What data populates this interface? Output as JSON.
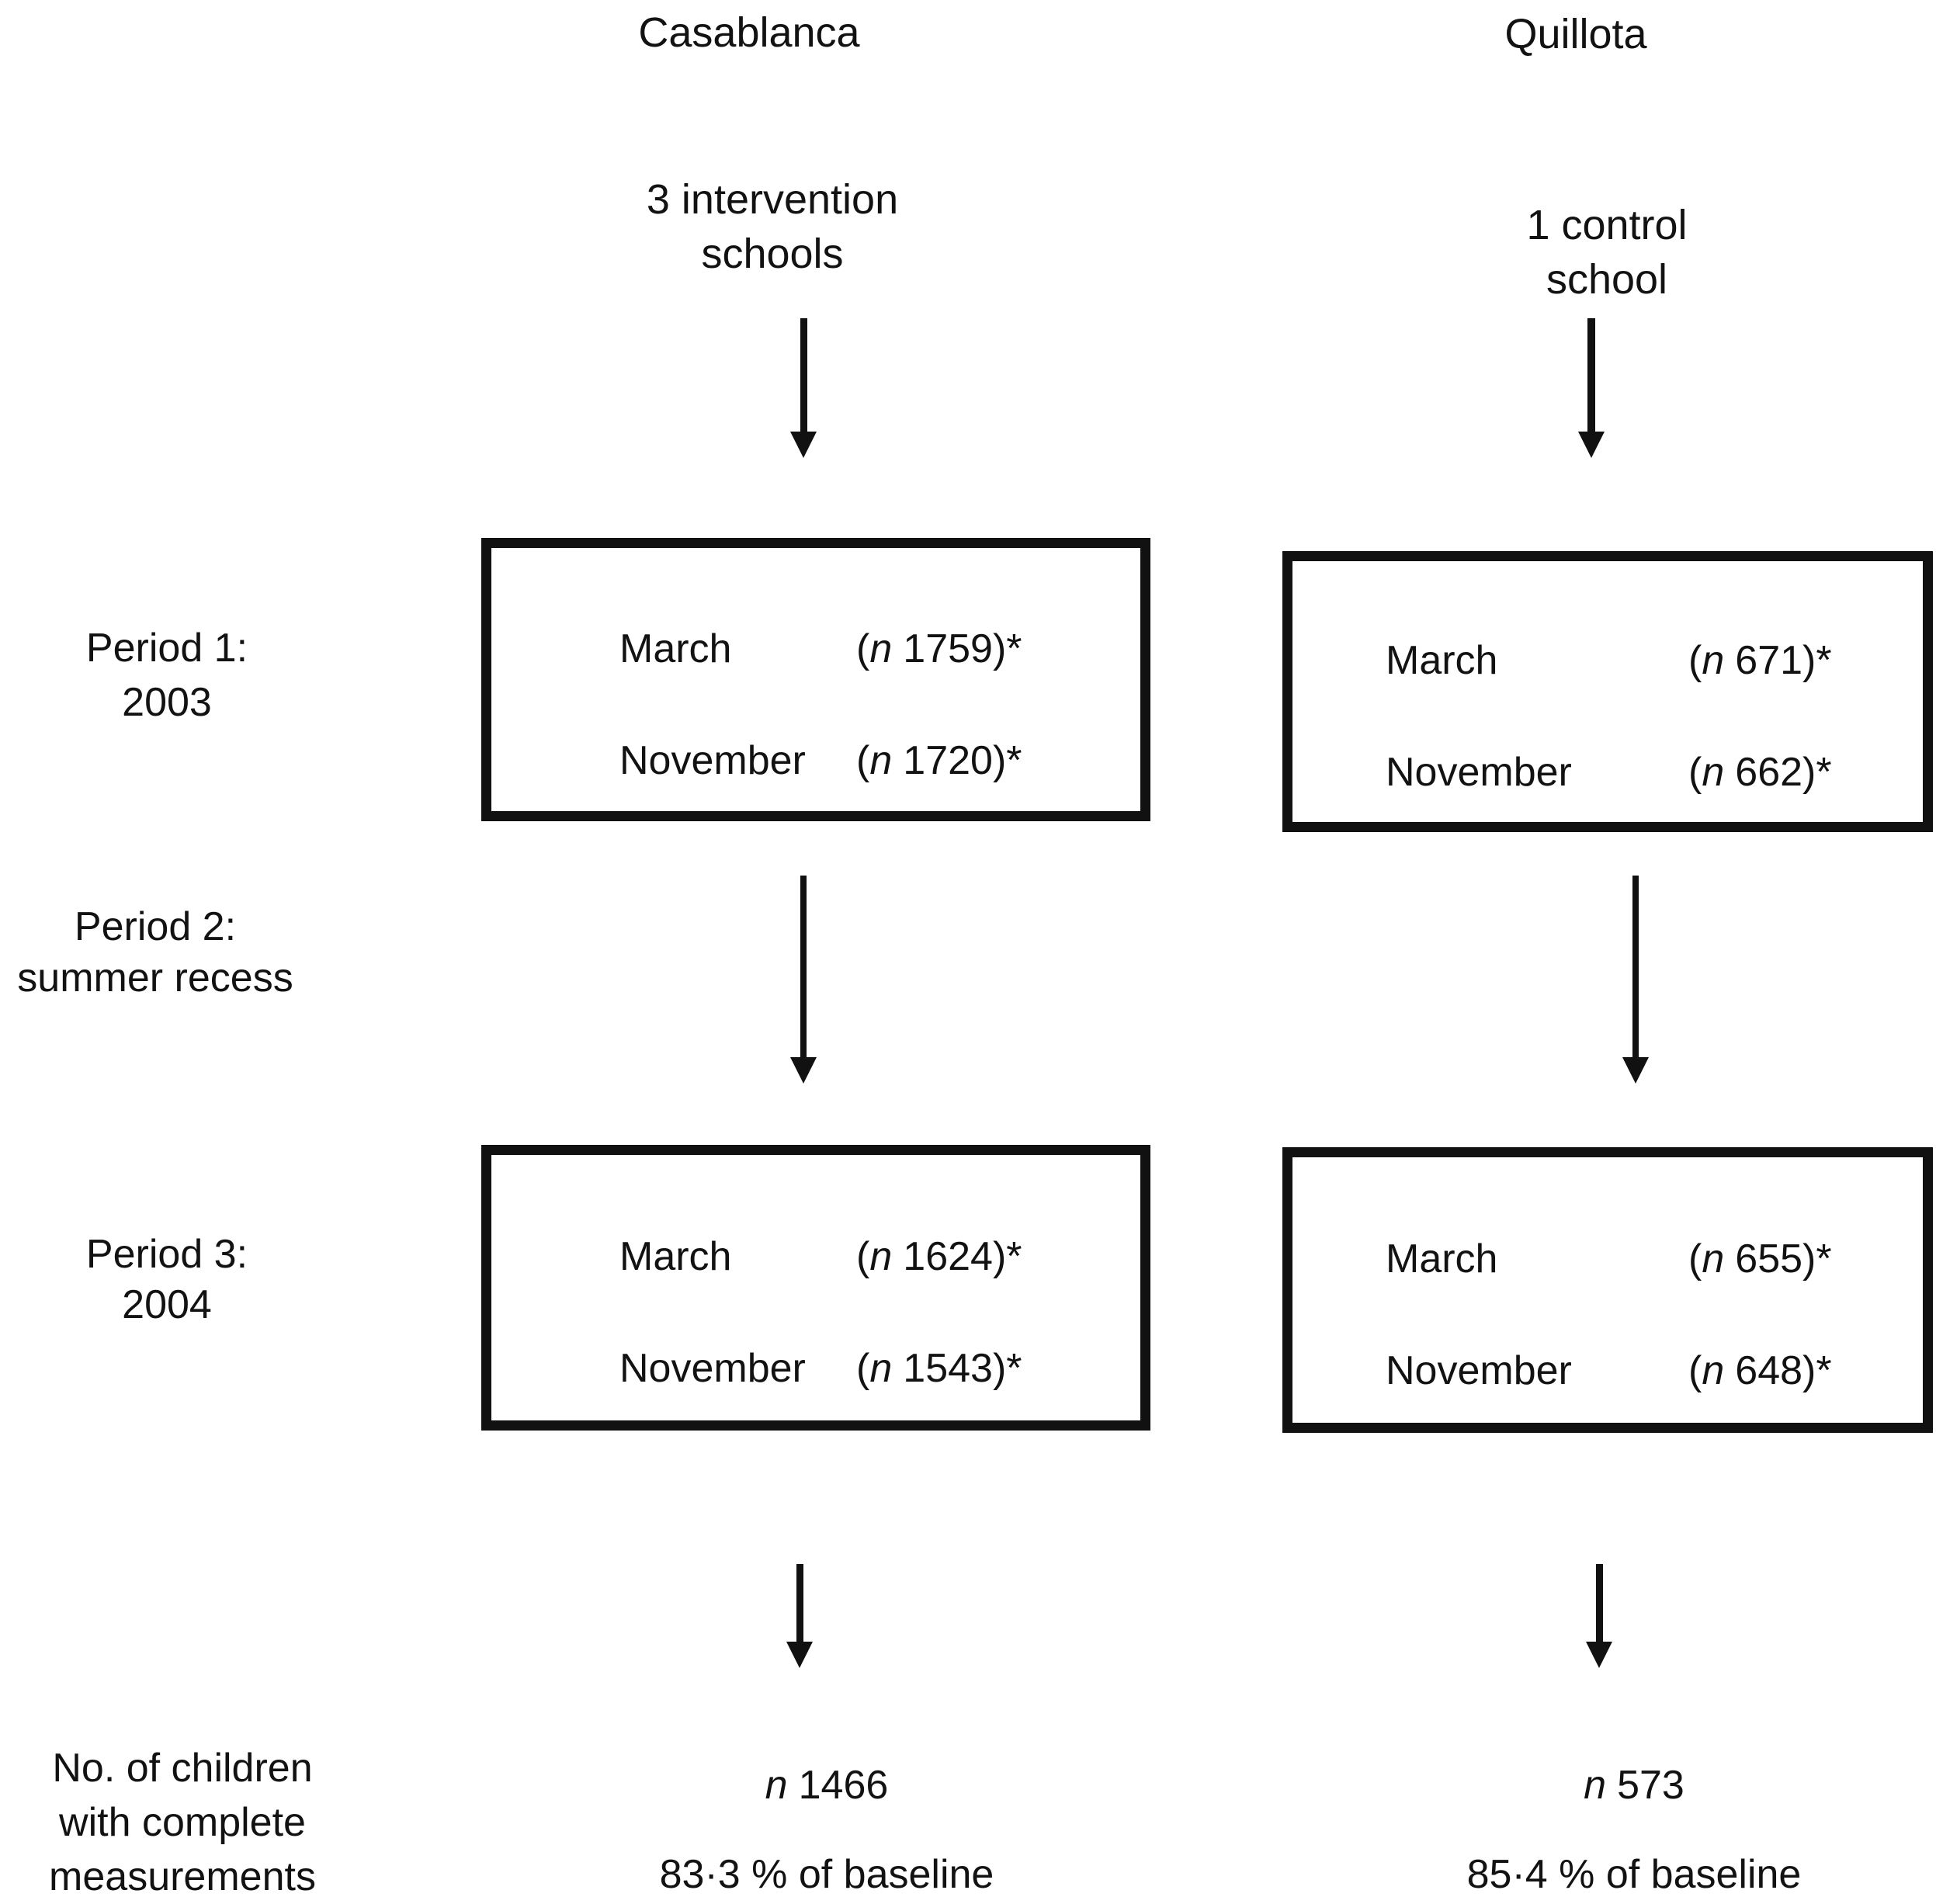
{
  "columns": [
    {
      "title": "Casablanca",
      "subtitle_line1": "3 intervention",
      "subtitle_line2": "schools",
      "box1": {
        "row1": {
          "month": "March",
          "open": "(",
          "n": "n",
          "count": "1759",
          "close": ")*"
        },
        "row2": {
          "month": "November",
          "open": "(",
          "n": "n",
          "count": "1720",
          "close": ")*"
        }
      },
      "box2": {
        "row1": {
          "month": "March",
          "open": "(",
          "n": "n",
          "count": "1624",
          "close": ")*"
        },
        "row2": {
          "month": "November",
          "open": "(",
          "n": "n",
          "count": "1543",
          "close": ")*"
        }
      },
      "final_n": {
        "n": "n",
        "count": "1466"
      },
      "final_percent": "83·3 % of baseline"
    },
    {
      "title": "Quillota",
      "subtitle_line1": "1 control",
      "subtitle_line2": "school",
      "box1": {
        "row1": {
          "month": "March",
          "open": "(",
          "n": "n",
          "count": "671",
          "close": ")*"
        },
        "row2": {
          "month": "November",
          "open": "(",
          "n": "n",
          "count": "662",
          "close": ")*"
        }
      },
      "box2": {
        "row1": {
          "month": "March",
          "open": "(",
          "n": "n",
          "count": "655",
          "close": ")*"
        },
        "row2": {
          "month": "November",
          "open": "(",
          "n": "n",
          "count": "648",
          "close": ")*"
        }
      },
      "final_n": {
        "n": "n",
        "count": "573"
      },
      "final_percent": "85·4 % of baseline"
    }
  ],
  "row_labels": {
    "period1": {
      "line1": "Period 1:",
      "line2": "2003"
    },
    "period2": {
      "line1": "Period 2:",
      "line2": "summer recess"
    },
    "period3": {
      "line1": "Period 3:",
      "line2": "2004"
    },
    "final": {
      "line1": "No. of children",
      "line2": "with complete",
      "line3": "measurements"
    }
  },
  "colors": {
    "ink": "#111111",
    "background": "#ffffff"
  }
}
